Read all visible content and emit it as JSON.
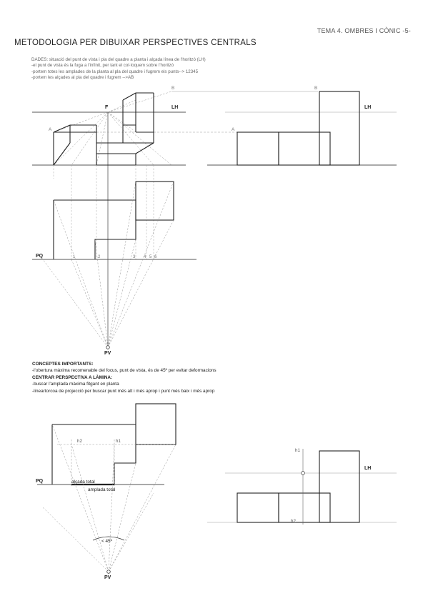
{
  "header": {
    "tag": "TEMA 4. OMBRES I CÒNIC -5-"
  },
  "title": "METODOLOGIA PER DIBUIXAR PERSPECTIVES CENTRALS",
  "notes": [
    "DADES: situació del punt de vista i pla del quadre a planta i alçada línea de l'horitzó (LH)",
    "-el punt de vista és la fuga a l'infinit, per tant el col·loquem sobre l'horitzó",
    "-portem totes les amplades de la planta al pla del quadre i fugrem els punts--> 12345",
    "-portem les alçades al pla del quadre i fugrem -->AB"
  ],
  "concepts": {
    "heading": "CONCEPTES IMPORTANTS:",
    "items": [
      "-l'obertura màxima recomenable del focus, punt de vista, és de 45º per evitar deformacions",
      "CENTRAR PERSPECTIVA A LÀMINA:",
      "-buscar l'amplada màxima fitgant en planta",
      "-lineartorcoa de projecció per buscar punt més alt i més aprop i punt més baix i més aprop"
    ]
  },
  "labels": {
    "F": "F",
    "LH": "LH",
    "A": "A",
    "B": "B",
    "PQ": "PQ",
    "PV": "PV",
    "n1": "1",
    "n2": "2",
    "n3": "3",
    "n4": "4",
    "n5": "5",
    "n6": "6",
    "h1": "h1",
    "h2": "h2",
    "altura_total": "alçada total",
    "amplada_total": "amplada total",
    "angle": "< 45º"
  }
}
